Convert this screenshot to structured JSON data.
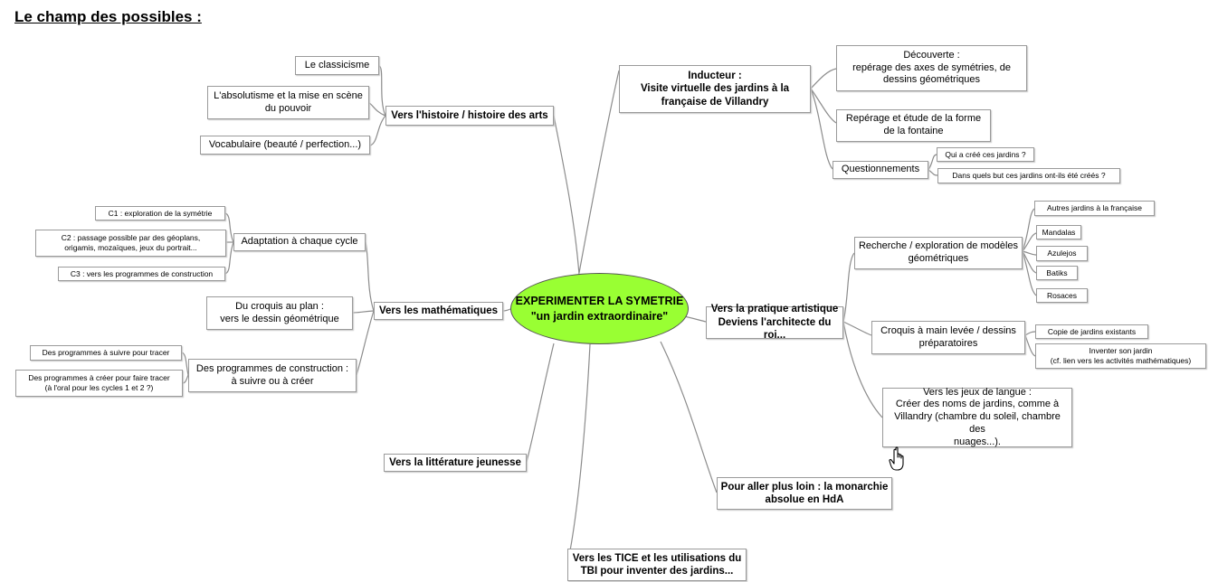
{
  "page": {
    "title": "Le champ des possibles :"
  },
  "center": {
    "line1": "EXPERIMENTER LA SYMETRIE",
    "line2": "\"un jardin extraordinaire\""
  },
  "branches": {
    "histoire": {
      "label": "Vers l'histoire / histoire des arts",
      "children": [
        "Le classicisme",
        "L'absolutisme et la mise en scène\ndu pouvoir",
        "Vocabulaire (beauté / perfection...)"
      ]
    },
    "adaptation": {
      "label": "Adaptation à chaque cycle",
      "children": [
        "C1 : exploration de la symétrie",
        "C2 : passage possible par des géoplans,\norigamis, mozaïques, jeux du portrait...",
        "C3 : vers les programmes de construction"
      ]
    },
    "maths": {
      "label": "Vers les mathématiques"
    },
    "croquis_plan": {
      "label": "Du croquis au plan :\nvers le dessin géométrique"
    },
    "programmes": {
      "label": "Des programmes de construction :\nà suivre ou à créer",
      "children": [
        "Des programmes à suivre pour tracer",
        "Des programmes à créer pour faire tracer\n(à l'oral pour les cycles 1 et 2 ?)"
      ]
    },
    "litterature": {
      "label": "Vers la littérature jeunesse"
    },
    "tice": {
      "label": "Vers les TICE et les utilisations du\nTBI pour inventer des jardins..."
    },
    "inducteur": {
      "label": "Inducteur :\nVisite virtuelle des jardins à la\nfrançaise de Villandry",
      "children": [
        "Découverte :\nrepérage des axes de symétries, de\ndessins géométriques",
        "Repérage et étude de la forme\nde la fontaine"
      ]
    },
    "questionnements": {
      "label": "Questionnements",
      "children": [
        "Qui a créé ces jardins ?",
        "Dans quels but ces jardins ont-ils été créés ?"
      ]
    },
    "pratique": {
      "label": "Vers la pratique artistique\nDeviens l'architecte du roi..."
    },
    "recherche": {
      "label": "Recherche / exploration de modèles\ngéométriques",
      "children": [
        "Autres jardins à la française",
        "Mandalas",
        "Azulejos",
        "Batiks",
        "Rosaces"
      ]
    },
    "croquis_main": {
      "label": "Croquis à main levée / dessins\npréparatoires",
      "children": [
        "Copie de jardins existants",
        "Inventer son jardin\n(cf. lien vers les activités mathématiques)"
      ]
    },
    "jeux_langue": {
      "label": "Vers les jeux de langue :\nCréer des noms de jardins, comme à\nVillandry (chambre du soleil, chambre des\nnuages...)."
    },
    "plus_loin": {
      "label": "Pour aller plus loin : la monarchie\nabsolue en HdA"
    }
  },
  "colors": {
    "center_fill": "#99ff33",
    "line": "#8c8c8c",
    "border": "#9a9a9a"
  },
  "icons": {
    "cursor": "hand-pointer-icon"
  }
}
